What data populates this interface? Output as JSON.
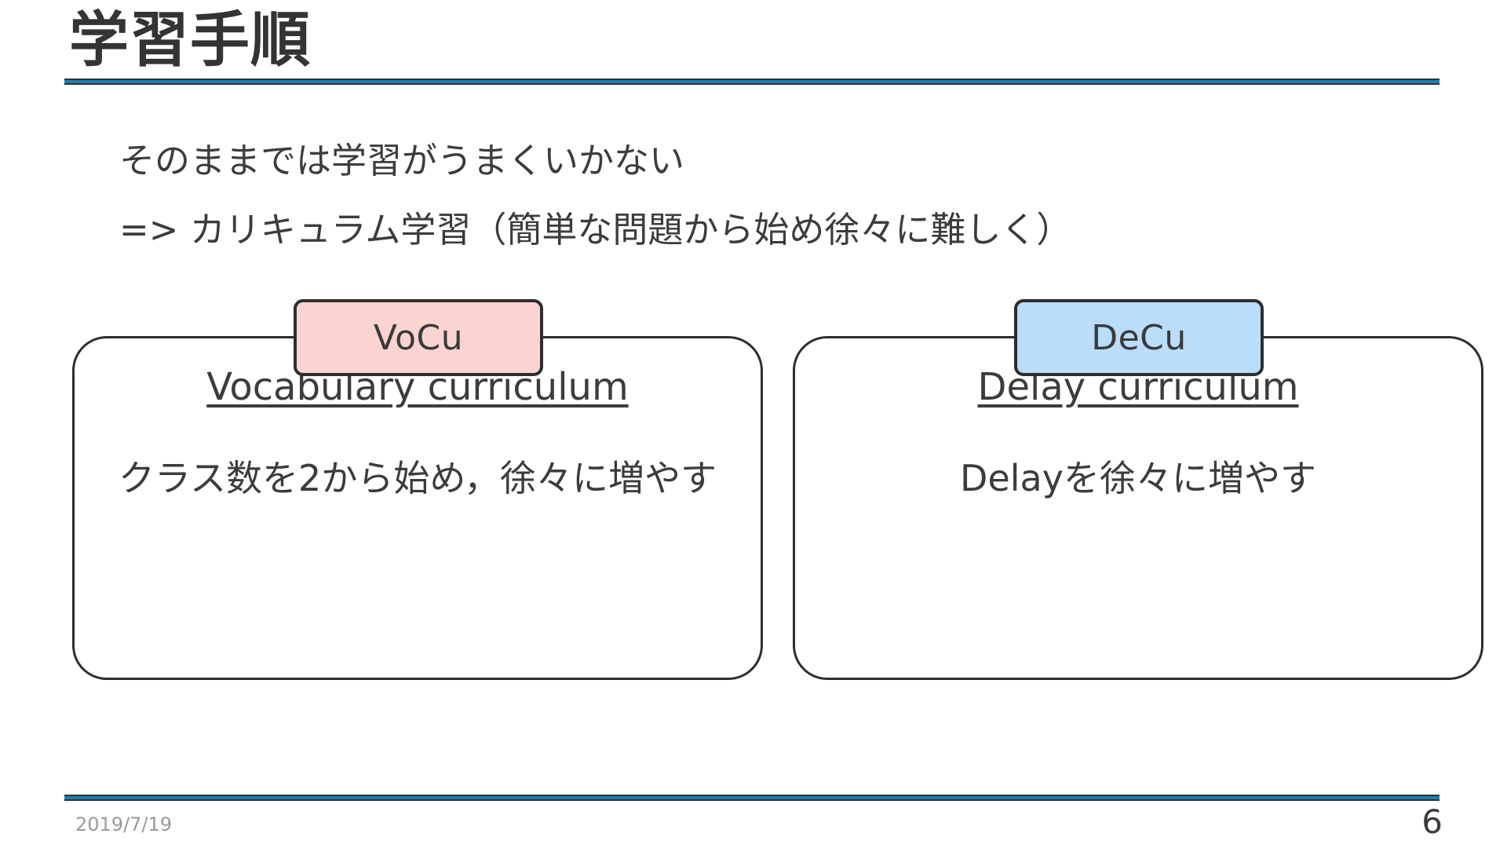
{
  "slide": {
    "title": "学習手順",
    "accent_color": "#1b7fb0",
    "rule_color": "#2f3337",
    "text_color": "#3c3c3c",
    "background": "#ffffff"
  },
  "body": {
    "lines": [
      "そのままでは学習がうまくいかない",
      "=> カリキュラム学習（簡単な問題から始め徐々に難しく）"
    ]
  },
  "cards": [
    {
      "tab_label": "VoCu",
      "tab_color": "#fbd4d2",
      "heading": "Vocabulary curriculum",
      "description": "クラス数を2から始め，徐々に増やす"
    },
    {
      "tab_label": "DeCu",
      "tab_color": "#b9ddfb",
      "heading": "Delay curriculum",
      "description": "Delayを徐々に増やす"
    }
  ],
  "footer": {
    "date": "2019/7/19",
    "page_number": "6"
  }
}
